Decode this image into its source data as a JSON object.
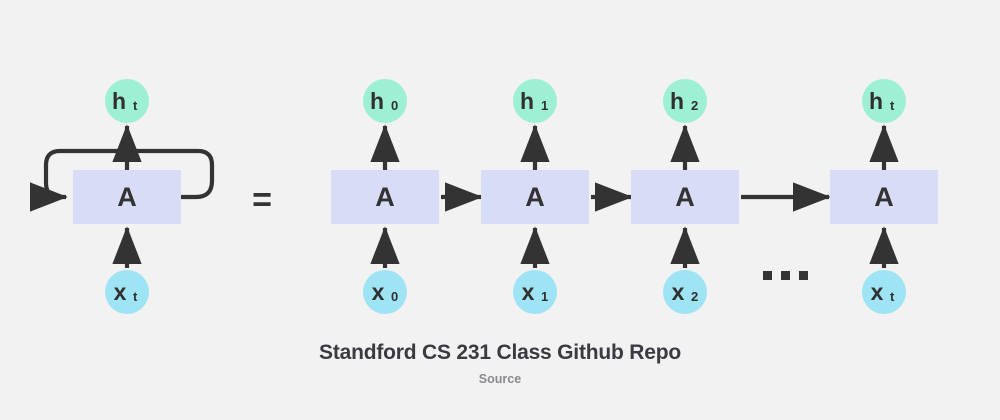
{
  "background_color": "#f2f2f2",
  "palette": {
    "cell_fill": "#d9dcf7",
    "hidden_circle_fill": "#9ef0d4",
    "input_circle_fill": "#9fe4f5",
    "stroke": "#333333",
    "label_text": "#303030",
    "caption_title_color": "#3a3a42",
    "caption_sub_color": "#8a8a90"
  },
  "diagram": {
    "type": "rnn-unrolled",
    "equals_sign": "=",
    "ellipsis": "...",
    "folded": {
      "cell_label": "A",
      "output": {
        "main": "h",
        "sub": "t"
      },
      "input": {
        "main": "x",
        "sub": "t"
      },
      "has_recurrent_loop": true
    },
    "unrolled": [
      {
        "cell_label": "A",
        "output": {
          "main": "h",
          "sub": "0"
        },
        "input": {
          "main": "x",
          "sub": "0"
        }
      },
      {
        "cell_label": "A",
        "output": {
          "main": "h",
          "sub": "1"
        },
        "input": {
          "main": "x",
          "sub": "1"
        }
      },
      {
        "cell_label": "A",
        "output": {
          "main": "h",
          "sub": "2"
        },
        "input": {
          "main": "x",
          "sub": "2"
        }
      },
      {
        "cell_label": "A",
        "output": {
          "main": "h",
          "sub": "t"
        },
        "input": {
          "main": "x",
          "sub": "t"
        }
      }
    ]
  },
  "caption": {
    "title": "Standford CS 231 Class Github Repo",
    "subtitle": "Source"
  }
}
